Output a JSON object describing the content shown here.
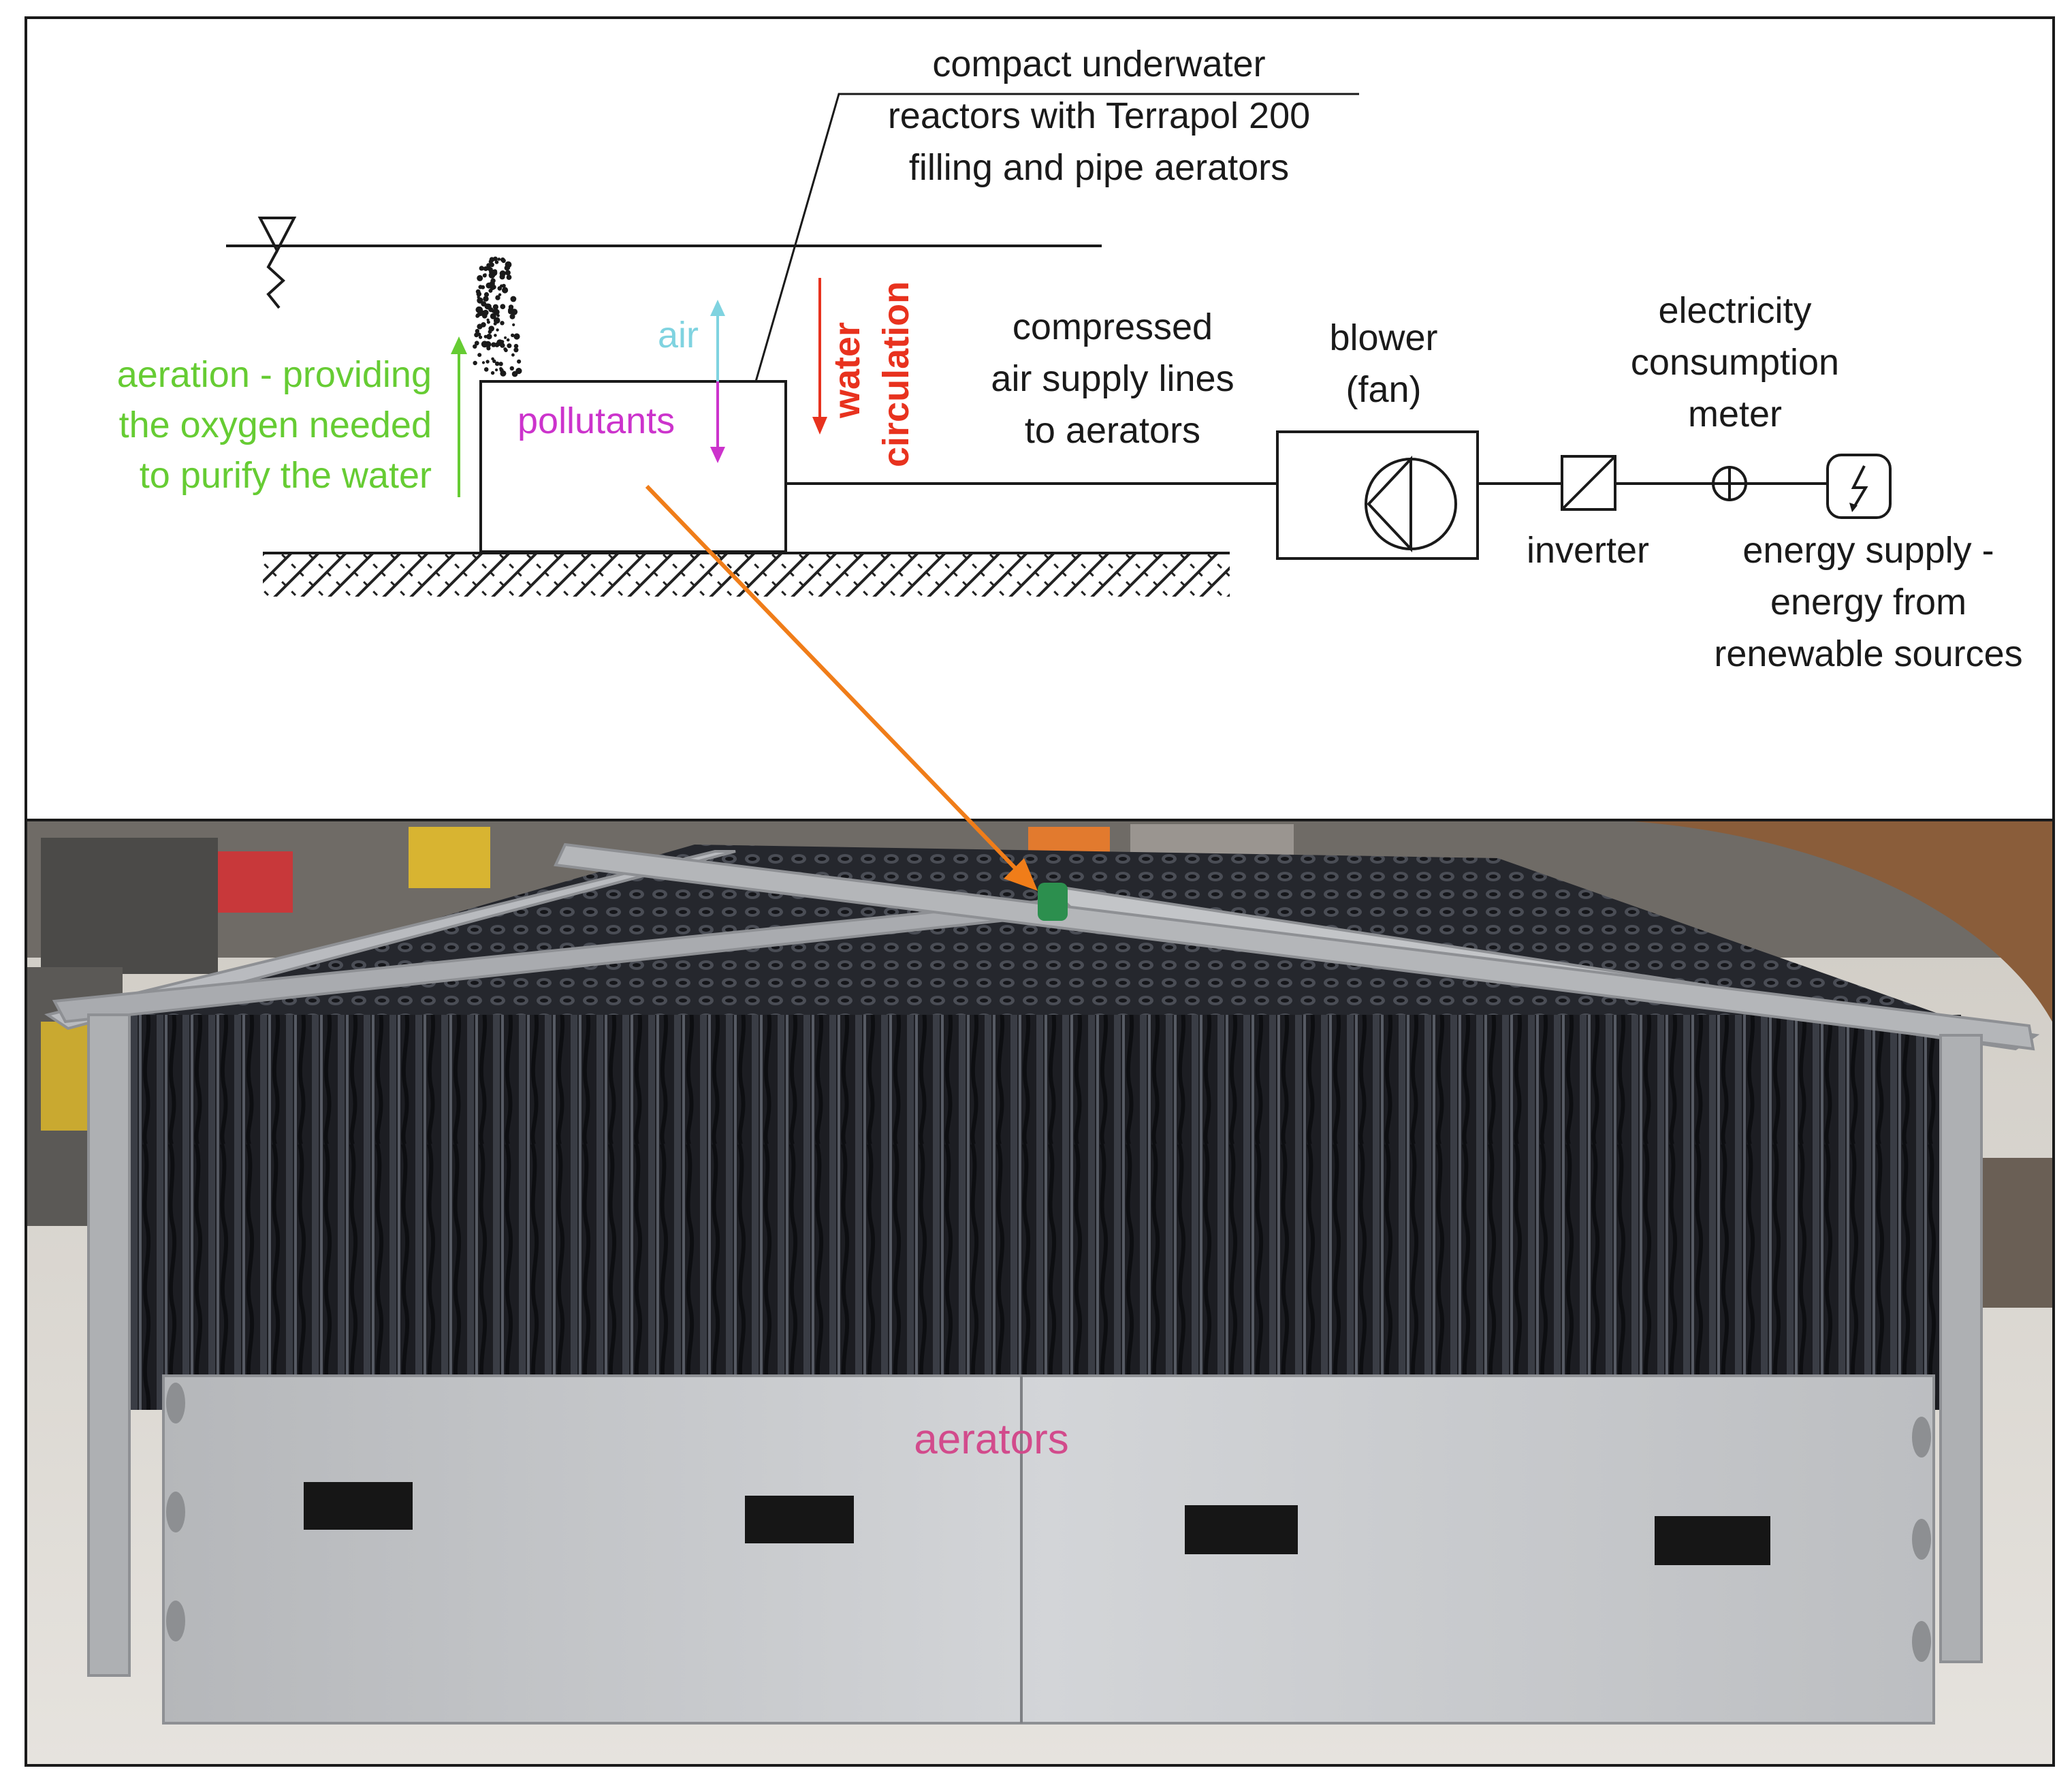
{
  "diagram": {
    "callout_reactors": [
      "compact underwater",
      "reactors with Terrapol 200",
      "filling and pipe aerators"
    ],
    "label_air": "air",
    "label_pollutants": "pollutants",
    "label_water_circulation": [
      "water",
      "circulation"
    ],
    "label_aeration": [
      "aeration - providing",
      "the oxygen needed",
      "to purify the water"
    ],
    "label_supply_lines": [
      "compressed",
      "air supply lines",
      "to aerators"
    ],
    "label_blower": [
      "blower",
      "(fan)"
    ],
    "label_meter": [
      "electricity",
      "consumption",
      "meter"
    ],
    "label_inverter": "inverter",
    "label_energy": [
      "energy supply -",
      "energy from",
      "renewable sources"
    ]
  },
  "photo": {
    "label_aerators": "aerators"
  },
  "colors": {
    "line": "#1a1a1a",
    "air": "#7fd3e0",
    "pollutants": "#cc33cc",
    "water_circulation": "#e8321e",
    "aeration": "#66cc33",
    "callout_arrow": "#f07d19",
    "aerators_label": "#d24b8c"
  },
  "icons": {
    "water_level": "water-level-triangle-icon",
    "blower": "blower-fan-symbol-icon",
    "inverter": "inverter-symbol-icon",
    "meter": "meter-crosshair-icon",
    "energy": "lightning-source-icon"
  }
}
